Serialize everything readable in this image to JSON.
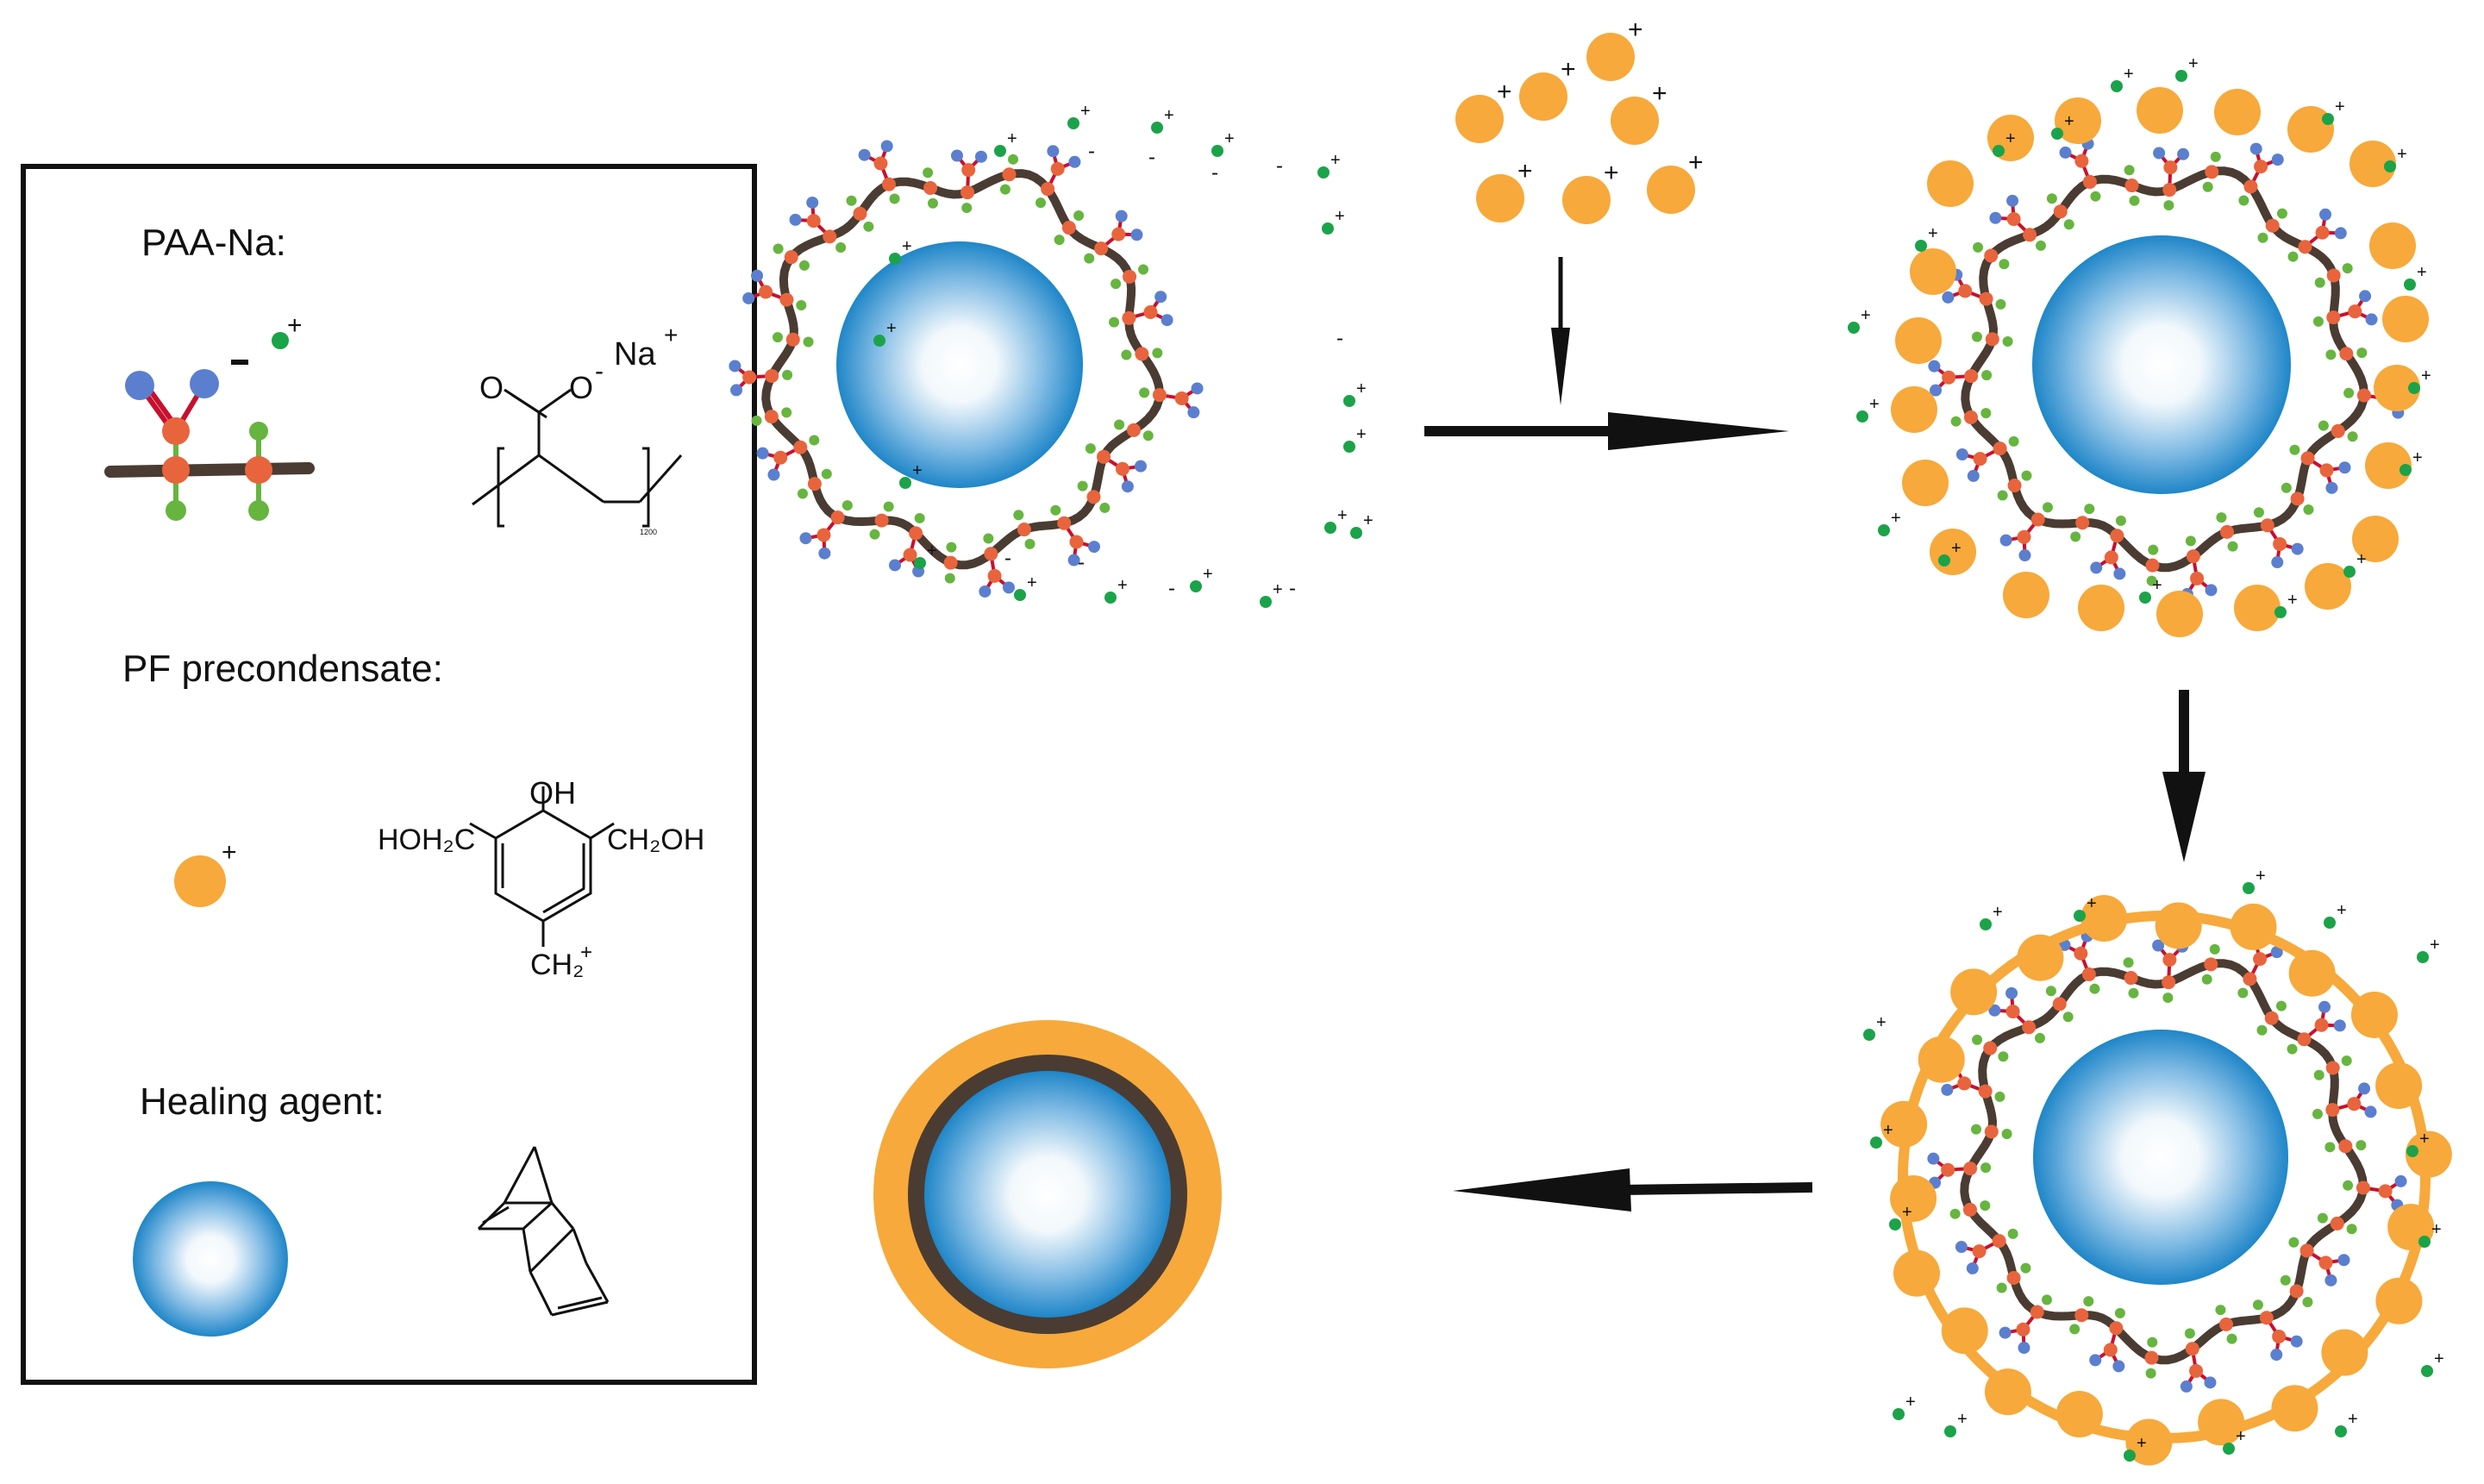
{
  "legend": {
    "paa_title": "PAA-Na:",
    "pf_title": "PF precondensate:",
    "healing_title": "Healing agent:",
    "paa_chem": {
      "o_double": "O",
      "o_single": "O",
      "o_minus": "-",
      "na": "Na",
      "na_plus": "+",
      "subscript": "1200"
    },
    "pf_chem": {
      "oh": "OH",
      "hoh2c": "HOH₂C",
      "ch2oh": "CH₂OH",
      "ch2_plus": "CH₂",
      "plus": "+"
    }
  },
  "symbols": {
    "plus": "+",
    "minus": "-"
  },
  "colors": {
    "orange_bead": "#F7A93B",
    "chain": "#4A3C32",
    "node": "#E8643C",
    "bond": "#C8102E",
    "blue_atom": "#5B7FCF",
    "green_atom": "#66B53F",
    "sodium": "#1BA34A",
    "core_outer": "#1F86C8",
    "core_inner": "#FFFFFF",
    "frame": "#111111"
  }
}
